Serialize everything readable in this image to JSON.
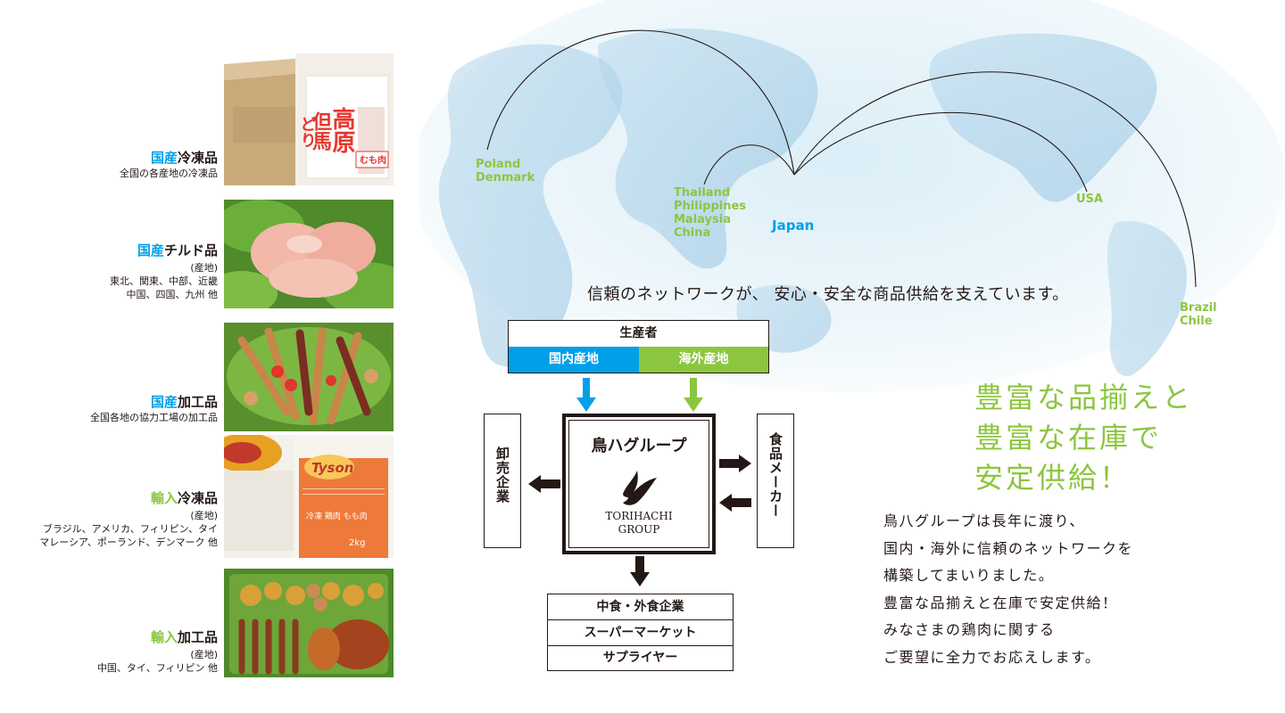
{
  "products": [
    {
      "title_accent": "国産",
      "title_rest": "冷凍品",
      "accent_color": "#00a0e9",
      "lines": [
        "全国の各産地の冷凍品"
      ]
    },
    {
      "title_accent": "国産",
      "title_rest": "チルド品",
      "accent_color": "#00a0e9",
      "lines": [
        "(産地)",
        "東北、関東、中部、近畿",
        "中国、四国、九州  他"
      ]
    },
    {
      "title_accent": "国産",
      "title_rest": "加工品",
      "accent_color": "#00a0e9",
      "lines": [
        "全国各地の協力工場の加工品"
      ]
    },
    {
      "title_accent": "輸入",
      "title_rest": "冷凍品",
      "accent_color": "#8cc63f",
      "lines": [
        "(産地)",
        "ブラジル、アメリカ、フィリピン、タイ",
        "マレーシア、ポーランド、デンマーク  他"
      ]
    },
    {
      "title_accent": "輸入",
      "title_rest": "加工品",
      "accent_color": "#8cc63f",
      "lines": [
        "(産地)",
        "中国、タイ、フィリピン  他"
      ]
    }
  ],
  "photo_labels": {
    "package1": [
      "高原",
      "但馬",
      "どり"
    ],
    "package1_tag": "むも肉",
    "package2_brand": "Tyson",
    "package2_text": [
      "冷凍  鶏肉  もも肉",
      "2kg"
    ]
  },
  "map": {
    "regions": {
      "europe": [
        "Poland",
        "Denmark"
      ],
      "asia": [
        "Thailand",
        "Philippines",
        "Malaysia",
        "China"
      ],
      "japan": "Japan",
      "usa": "USA",
      "south_america": [
        "Brazil",
        "Chile"
      ]
    },
    "tagline": "信頼のネットワークが、 安心・安全な商品供給を支えています。"
  },
  "diagram": {
    "producer": "生産者",
    "domestic": "国内産地",
    "overseas": "海外産地",
    "domestic_color": "#00a0e9",
    "overseas_color": "#8cc63f",
    "group_name": "鳥ハグループ",
    "group_en": [
      "TORIHACHI",
      "GROUP"
    ],
    "wholesale": "卸売企業",
    "food_maker": "食品メーカー",
    "customers": [
      "中食・外食企業",
      "スーパーマーケット",
      "サプライヤー"
    ]
  },
  "headline": [
    "豊富な品揃えと",
    "豊富な在庫で",
    "安定供給！"
  ],
  "body": [
    "鳥八グループは長年に渡り、",
    "国内・海外に信頼のネットワークを",
    "構築してまいりました。",
    "豊富な品揃えと在庫で安定供給！",
    "みなさまの鶏肉に関する",
    "ご要望に全力でお応えします。"
  ]
}
